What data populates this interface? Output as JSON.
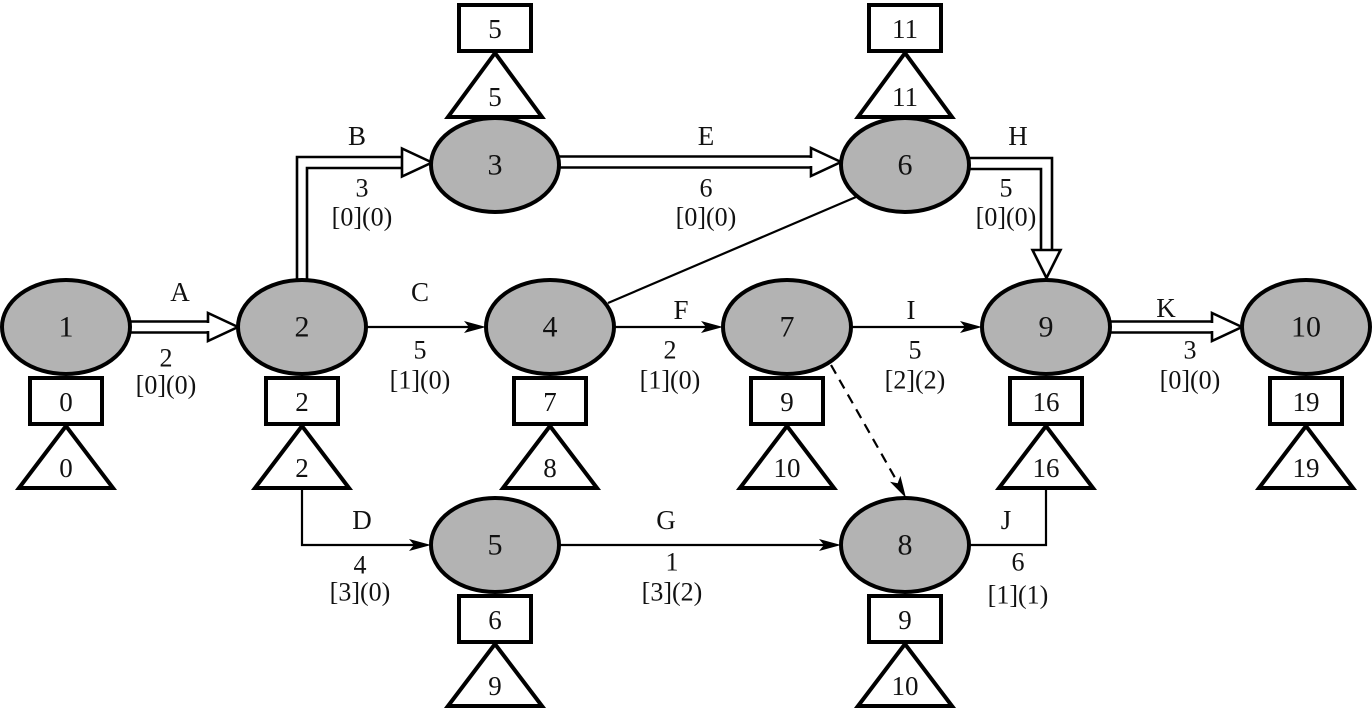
{
  "diagram": {
    "type": "activity-on-node network (critical path)",
    "legend_note": "rectangle = earliest time, triangle = latest time; edge: duration, [total float](free float)",
    "nodes": [
      {
        "id": "1",
        "label": "1",
        "earliest": "0",
        "latest": "0",
        "box_pos": "below"
      },
      {
        "id": "2",
        "label": "2",
        "earliest": "2",
        "latest": "2",
        "box_pos": "below"
      },
      {
        "id": "3",
        "label": "3",
        "earliest": "5",
        "latest": "5",
        "box_pos": "above"
      },
      {
        "id": "4",
        "label": "4",
        "earliest": "7",
        "latest": "8",
        "box_pos": "below"
      },
      {
        "id": "5",
        "label": "5",
        "earliest": "6",
        "latest": "9",
        "box_pos": "below"
      },
      {
        "id": "6",
        "label": "6",
        "earliest": "11",
        "latest": "11",
        "box_pos": "above"
      },
      {
        "id": "7",
        "label": "7",
        "earliest": "9",
        "latest": "10",
        "box_pos": "below"
      },
      {
        "id": "8",
        "label": "8",
        "earliest": "9",
        "latest": "10",
        "box_pos": "below"
      },
      {
        "id": "9",
        "label": "9",
        "earliest": "16",
        "latest": "16",
        "box_pos": "below"
      },
      {
        "id": "10",
        "label": "10",
        "earliest": "19",
        "latest": "19",
        "box_pos": "below"
      }
    ],
    "edges": [
      {
        "id": "A",
        "from": "1",
        "to": "2",
        "letter": "A",
        "duration": "2",
        "float": "[0](0)",
        "style": "critical"
      },
      {
        "id": "B",
        "from": "2",
        "to": "3",
        "letter": "B",
        "duration": "3",
        "float": "[0](0)",
        "style": "critical"
      },
      {
        "id": "C",
        "from": "2",
        "to": "4",
        "letter": "C",
        "duration": "5",
        "float": "[1](0)",
        "style": "normal"
      },
      {
        "id": "D",
        "from": "2",
        "to": "5",
        "letter": "D",
        "duration": "4",
        "float": "[3](0)",
        "style": "normal"
      },
      {
        "id": "E",
        "from": "3",
        "to": "6",
        "letter": "E",
        "duration": "6",
        "float": "[0](0)",
        "style": "critical"
      },
      {
        "id": "F",
        "from": "4",
        "to": "7",
        "letter": "F",
        "duration": "2",
        "float": "[1](0)",
        "style": "normal"
      },
      {
        "id": "G",
        "from": "5",
        "to": "8",
        "letter": "G",
        "duration": "1",
        "float": "[3](2)",
        "style": "normal"
      },
      {
        "id": "H",
        "from": "6",
        "to": "9",
        "letter": "H",
        "duration": "5",
        "float": "[0](0)",
        "style": "critical"
      },
      {
        "id": "I",
        "from": "7",
        "to": "9",
        "letter": "I",
        "duration": "5",
        "float": "[2](2)",
        "style": "normal"
      },
      {
        "id": "J",
        "from": "8",
        "to": "9",
        "letter": "J",
        "duration": "6",
        "float": "[1](1)",
        "style": "normal"
      },
      {
        "id": "K",
        "from": "9",
        "to": "10",
        "letter": "K",
        "duration": "3",
        "float": "[0](0)",
        "style": "critical"
      },
      {
        "id": "4-6",
        "from": "4",
        "to": "6",
        "letter": "",
        "duration": "",
        "float": "",
        "style": "plain-line"
      },
      {
        "id": "7-8",
        "from": "7",
        "to": "8",
        "letter": "",
        "duration": "",
        "float": "",
        "style": "dummy-dashed"
      }
    ]
  }
}
